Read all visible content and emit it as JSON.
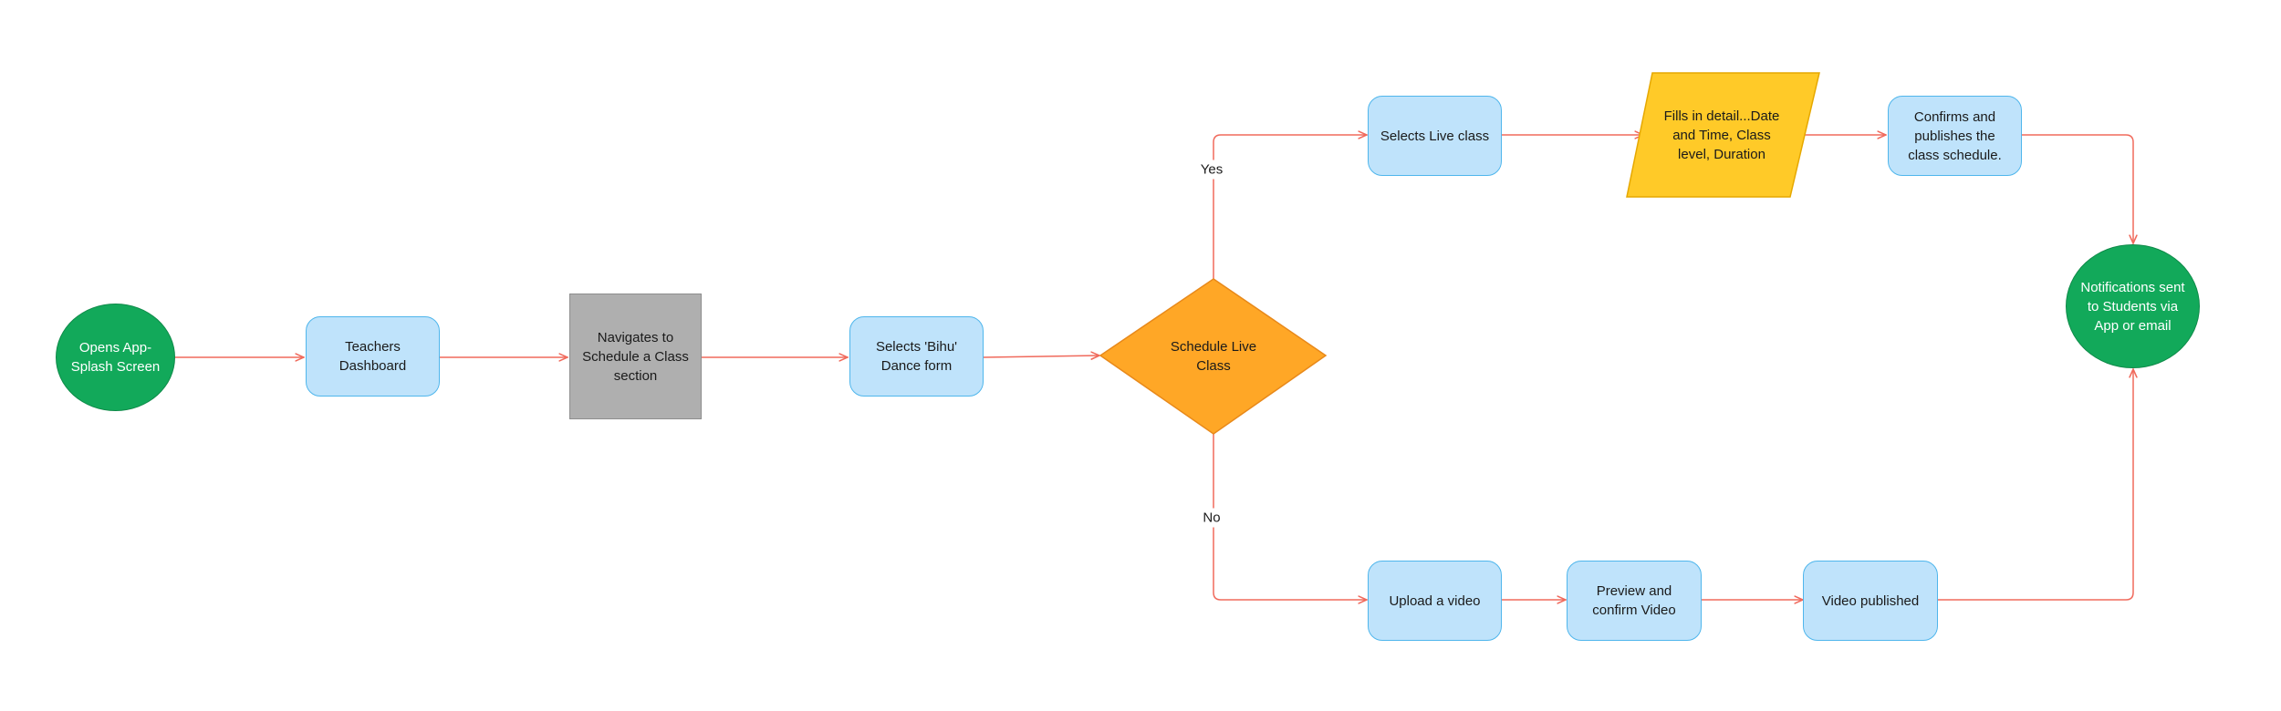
{
  "colors": {
    "connector": "#f06a5c",
    "process_fill": "#bfe3fb",
    "process_border": "#4fb6ec",
    "terminal_fill": "#12a95a",
    "decision_fill": "#ffa726",
    "data_fill": "#ffca28",
    "gray_fill": "#afafaf"
  },
  "nodes": {
    "start": "Opens App-Splash Screen",
    "teachers_dashboard": "Teachers Dashboard",
    "navigates": "Navigates to Schedule a Class section",
    "selects_bihu": "Selects 'Bihu' Dance form",
    "decision": "Schedule Live Class",
    "selects_live": "Selects Live class",
    "fills_in": "Fills in detail...Date and Time, Class level, Duration",
    "confirms": "Confirms and publishes the class schedule.",
    "notifications": "Notifications sent to Students via App or email",
    "upload_video": "Upload a video",
    "preview": "Preview and confirm Video",
    "video_published": "Video published"
  },
  "edge_labels": {
    "yes": "Yes",
    "no": "No"
  }
}
